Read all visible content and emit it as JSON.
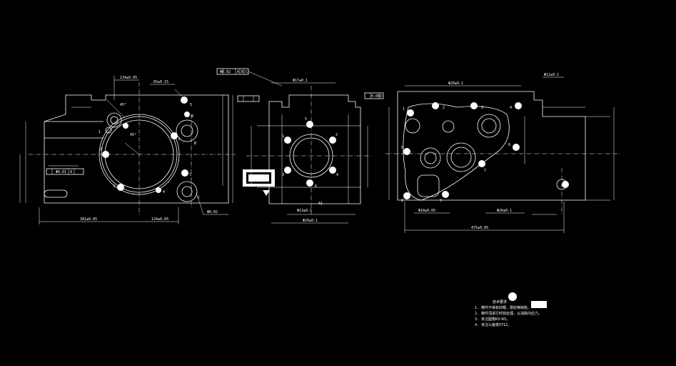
{
  "colors": {
    "background": "#000000",
    "line": "#ffffff"
  },
  "left_view": {
    "dims": [
      "381±0.05",
      "124±0.05",
      "134±0.05",
      "65±0.15",
      "45°",
      "45°",
      "Φ0.01",
      "Φ0.02",
      "A",
      "B",
      "C"
    ],
    "markers": [
      "1",
      "2",
      "3",
      "4",
      "5",
      "6",
      "7",
      "8"
    ]
  },
  "middle_view": {
    "dims": [
      "Φ0.02",
      "A",
      "B",
      "C",
      "0.05",
      "D",
      "Φ17±0.1",
      "Φ13±0.1",
      "Φ20±0.1",
      "A1"
    ],
    "markers": [
      "1",
      "2",
      "3",
      "4",
      "5",
      "6"
    ]
  },
  "right_view": {
    "dims": [
      "475±0.05",
      "Φ18±0.05",
      "Φ26±0.1",
      "Φ20±0.1",
      "Φ12±0.1"
    ],
    "markers": [
      "1",
      "2",
      "3",
      "4",
      "5",
      "6",
      "7",
      "8",
      "9"
    ]
  },
  "notes": {
    "title": "技术要求",
    "lines": [
      "1. 铸件不得有砂眼、裂纹等缺陷。",
      "2. 铸件须进行时效处理，以消除内应力。",
      "3. 未注圆角R3~R5。",
      "4. 未注公差按IT12。"
    ]
  }
}
